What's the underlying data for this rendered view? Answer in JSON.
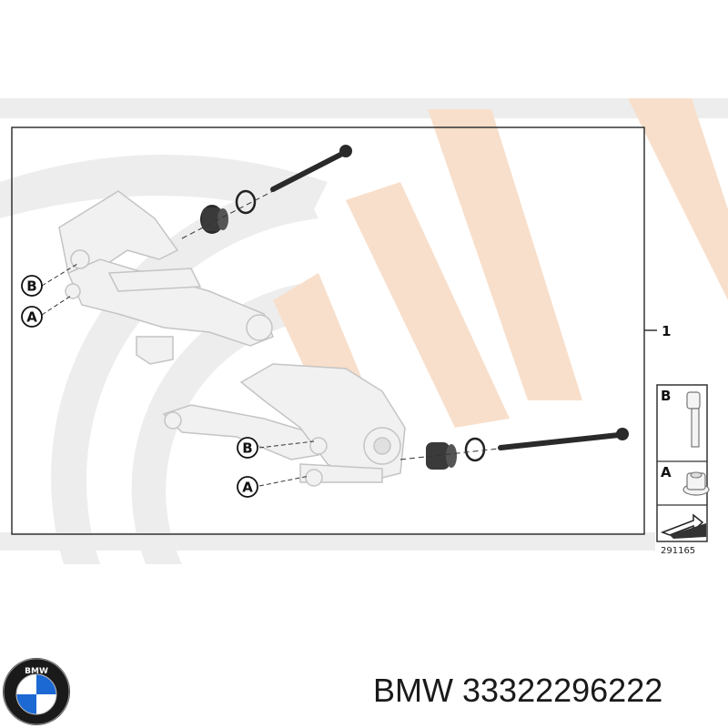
{
  "diagram": {
    "item_number": "1",
    "callouts": {
      "a_upper": "A",
      "b_upper": "B",
      "a_lower": "A",
      "b_lower": "B"
    },
    "legend": {
      "b_label": "B",
      "a_label": "A"
    },
    "reference_number": "291165"
  },
  "logo": {
    "text": "BMW",
    "colors": {
      "blue": "#1c69d4",
      "ring": "#1a1a1a",
      "white": "#ffffff"
    }
  },
  "footer": {
    "brand": "BMW",
    "part_number": "33322296222"
  },
  "colors": {
    "watermark_gray": "#ededed",
    "watermark_peach": "#f8dfcb",
    "part_fill": "#f1f1f1",
    "part_stroke": "#c9c9c9",
    "dark_part": "#2a2a2a"
  }
}
